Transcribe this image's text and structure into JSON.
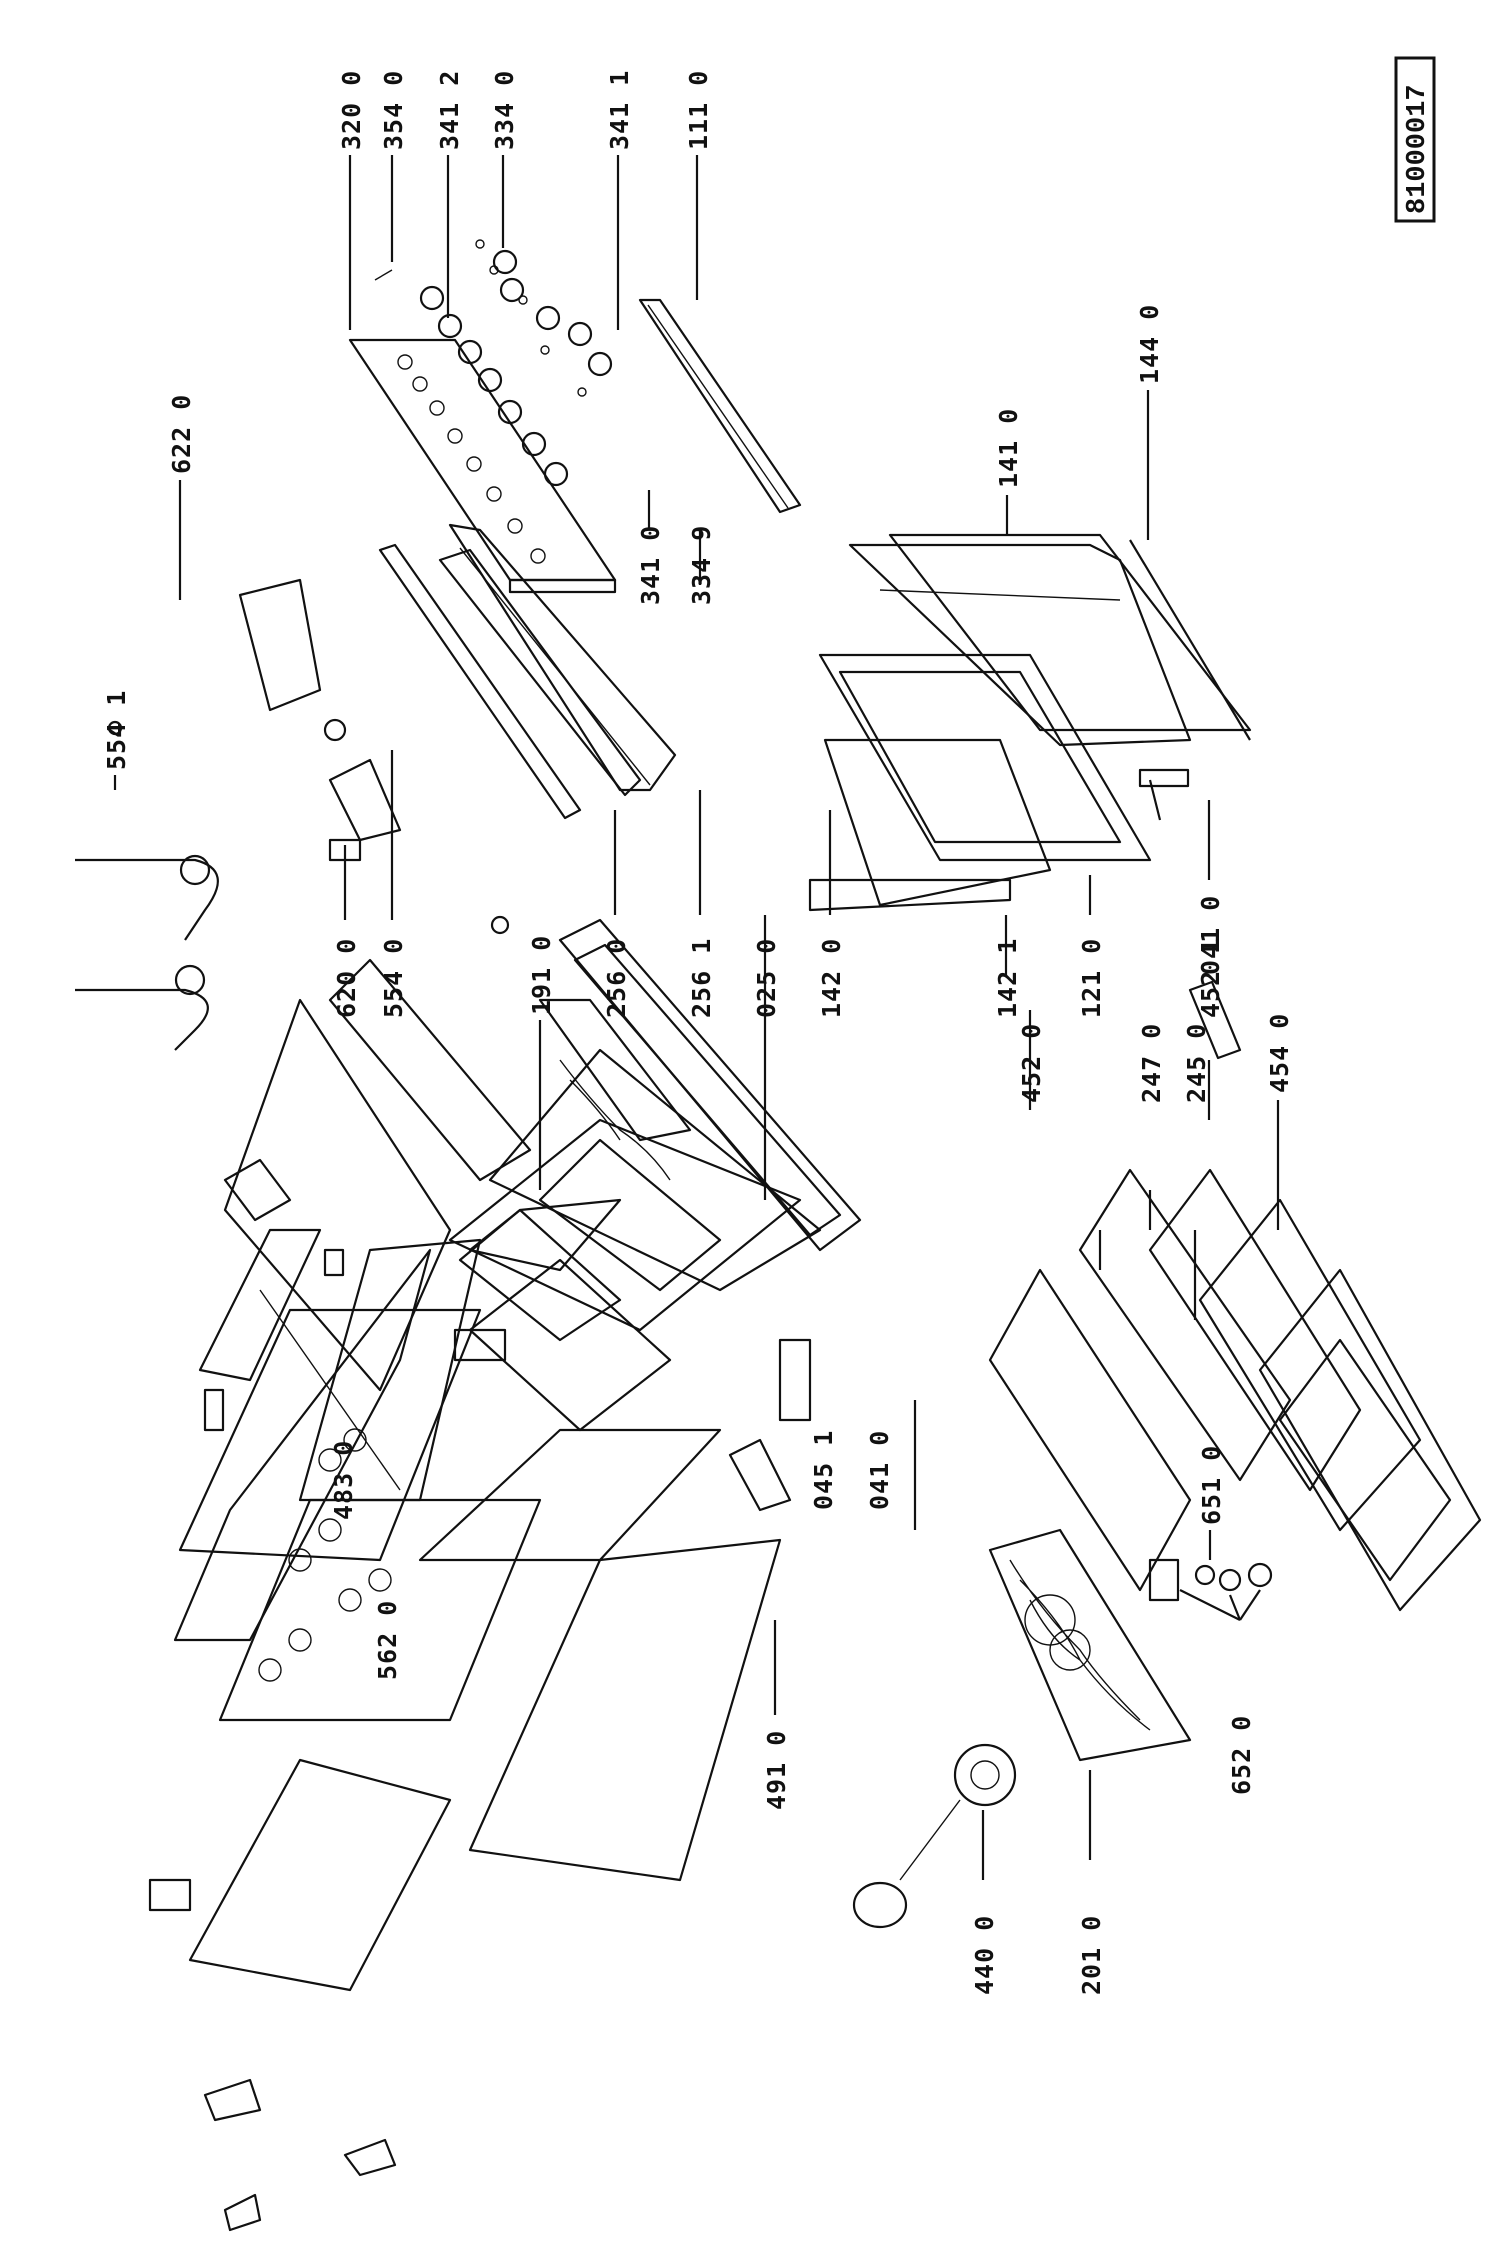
{
  "document_id": "81000017",
  "callouts": [
    {
      "id": "c3200",
      "text": "320 0"
    },
    {
      "id": "c3540",
      "text": "354 0"
    },
    {
      "id": "c3412",
      "text": "341 2"
    },
    {
      "id": "c3340",
      "text": "334 0"
    },
    {
      "id": "c3411",
      "text": "341 1"
    },
    {
      "id": "c1110",
      "text": "111 0"
    },
    {
      "id": "c6220",
      "text": "622 0"
    },
    {
      "id": "c5541",
      "text": "554 1"
    },
    {
      "id": "c3410",
      "text": "341 0"
    },
    {
      "id": "c3349",
      "text": "334 9"
    },
    {
      "id": "c1410",
      "text": "141 0"
    },
    {
      "id": "c1440",
      "text": "144 0"
    },
    {
      "id": "c6200",
      "text": "620 0"
    },
    {
      "id": "c5540",
      "text": "554 0"
    },
    {
      "id": "c2560",
      "text": "256 0"
    },
    {
      "id": "c2561",
      "text": "256 1"
    },
    {
      "id": "c0250",
      "text": "025 0"
    },
    {
      "id": "c1910",
      "text": "191 0"
    },
    {
      "id": "c1420",
      "text": "142 0"
    },
    {
      "id": "c1421",
      "text": "142 1"
    },
    {
      "id": "c0410a",
      "text": "041 0"
    },
    {
      "id": "c4521",
      "text": "452 1"
    },
    {
      "id": "c4520",
      "text": "452 0"
    },
    {
      "id": "c1210",
      "text": "121 0"
    },
    {
      "id": "c2470",
      "text": "247 0"
    },
    {
      "id": "c2450",
      "text": "245 0"
    },
    {
      "id": "c4540",
      "text": "454 0"
    },
    {
      "id": "c0451",
      "text": "045 1"
    },
    {
      "id": "c0410b",
      "text": "041 0"
    },
    {
      "id": "c6510",
      "text": "651 0"
    },
    {
      "id": "c4830",
      "text": "483 0"
    },
    {
      "id": "c5620",
      "text": "562 0"
    },
    {
      "id": "c4910",
      "text": "491 0"
    },
    {
      "id": "c6520",
      "text": "652 0"
    },
    {
      "id": "c4400",
      "text": "440 0"
    },
    {
      "id": "c2010",
      "text": "201 0"
    }
  ]
}
